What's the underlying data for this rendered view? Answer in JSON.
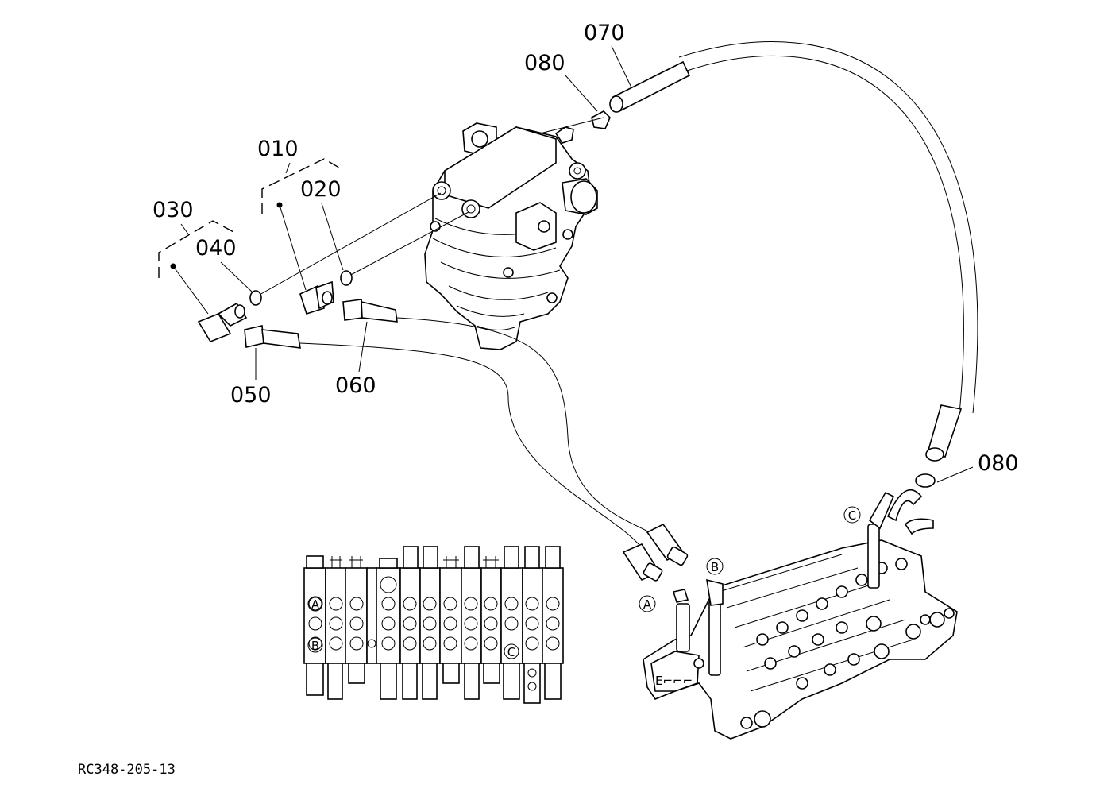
{
  "callouts": {
    "p010": "010",
    "p020": "020",
    "p030": "030",
    "p040": "040",
    "p050": "050",
    "p060": "060",
    "p070": "070",
    "p080_top": "080",
    "p080_right": "080"
  },
  "port_letters": {
    "a": "A",
    "b": "B",
    "c": "C"
  },
  "schematic_letters": {
    "a": "A",
    "b": "B",
    "c": "C"
  },
  "drawing_code": "RC348-205-13"
}
